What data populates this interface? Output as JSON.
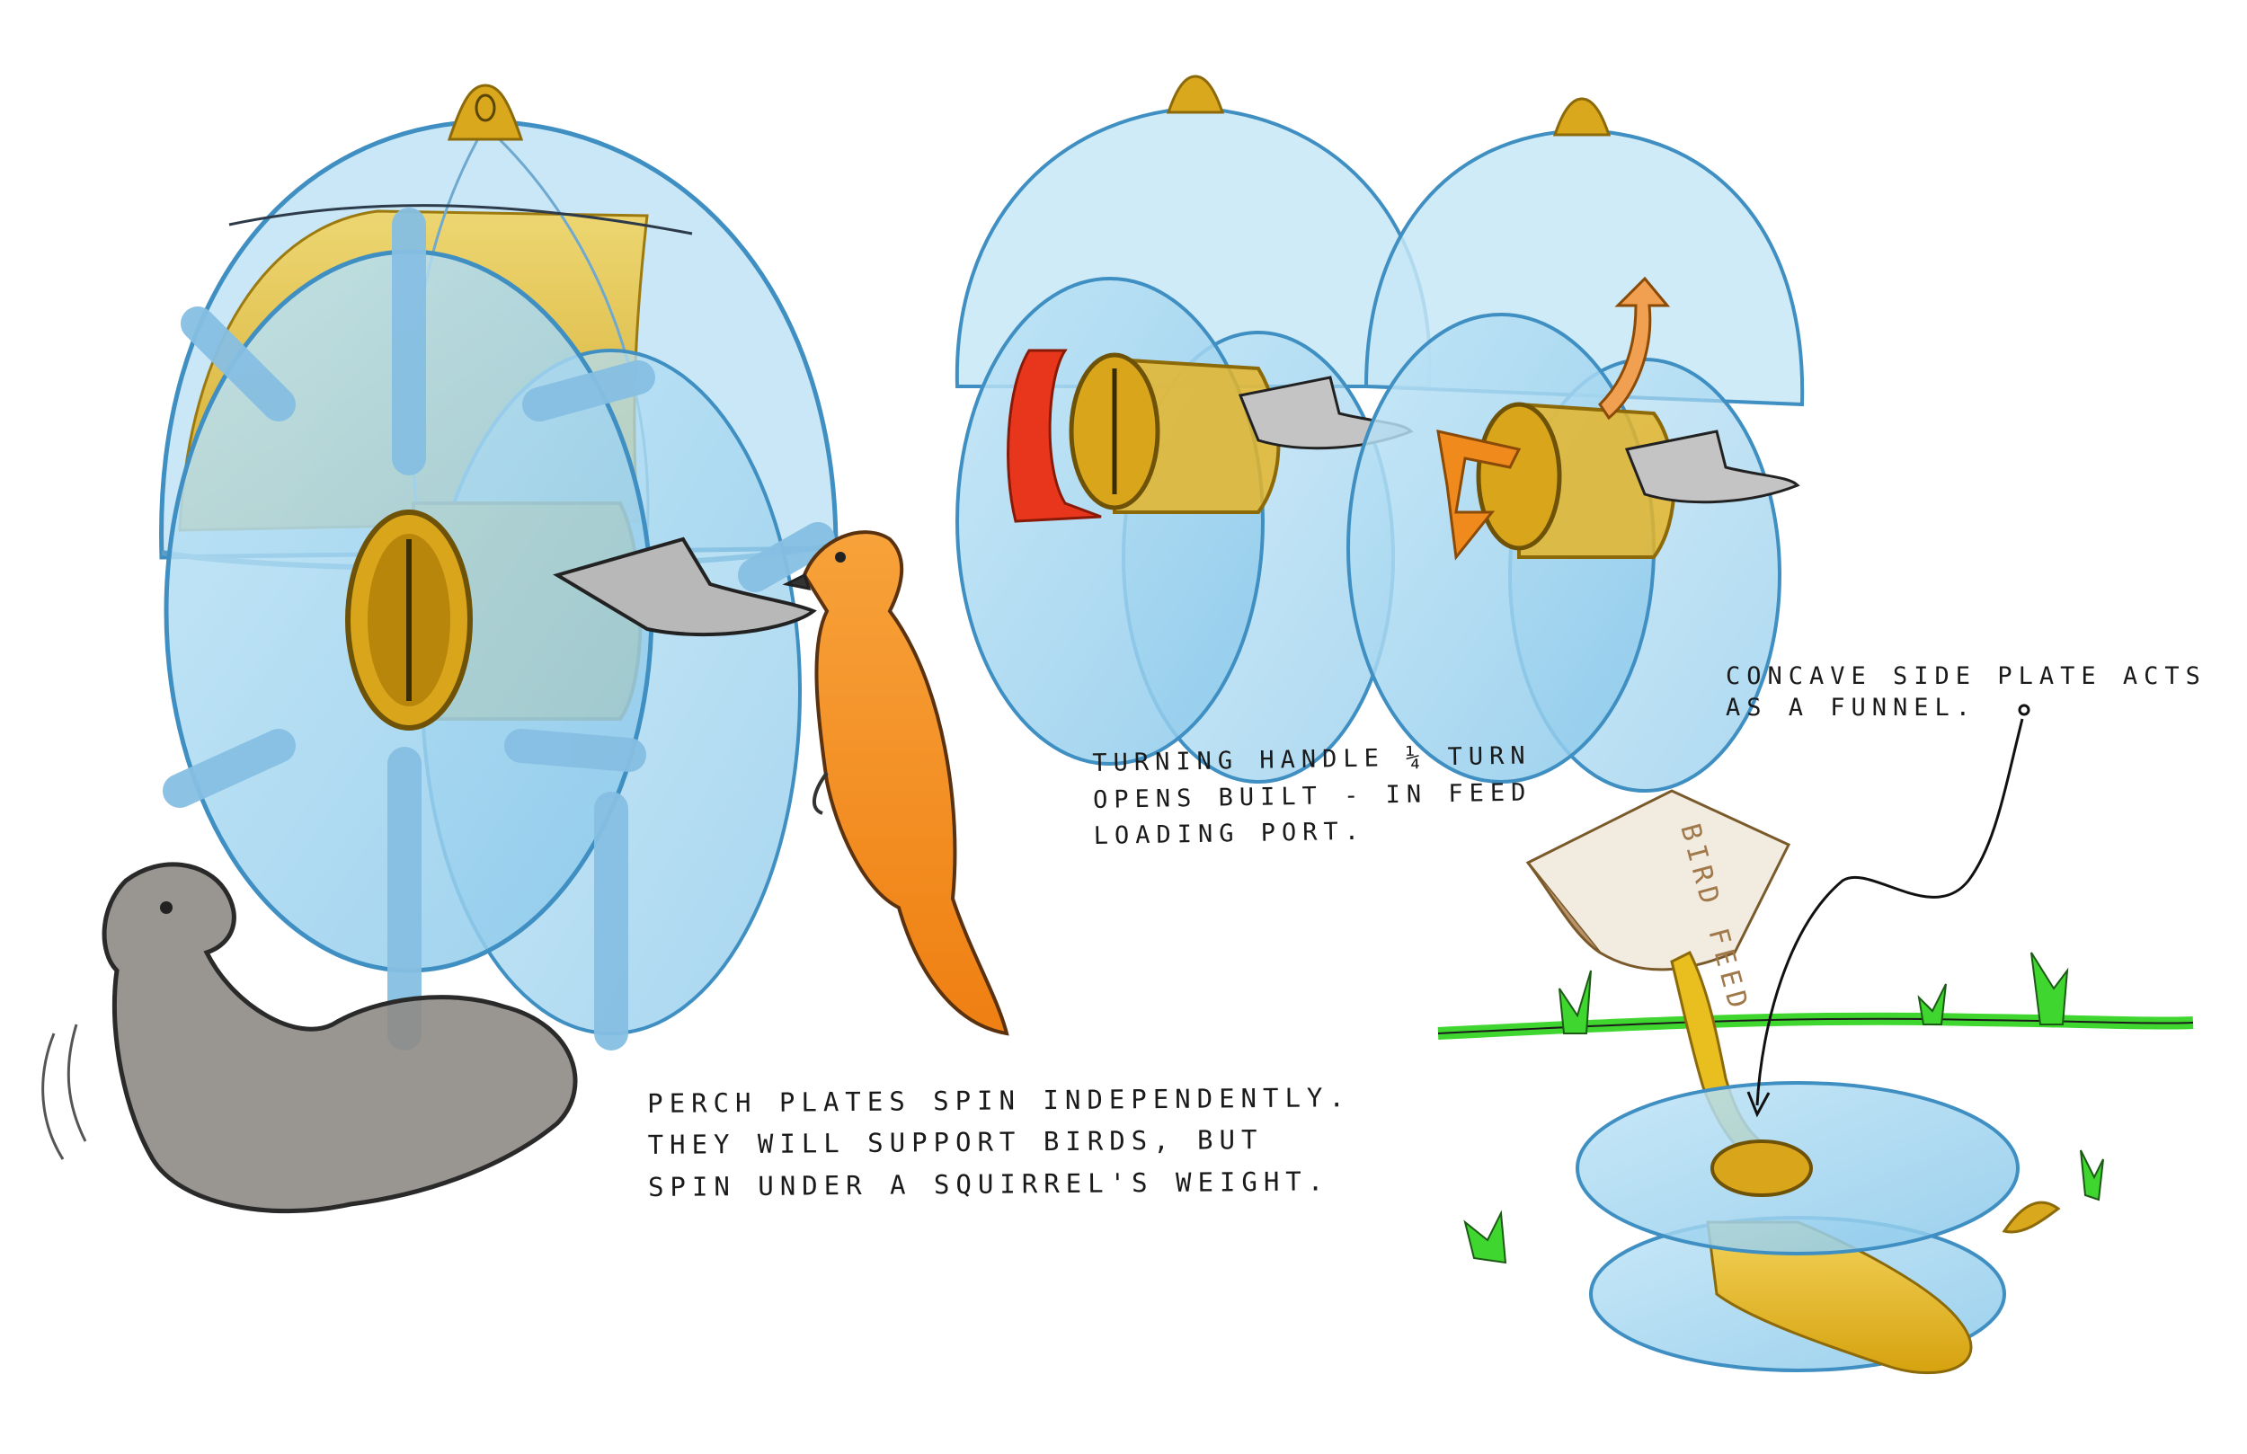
{
  "annotations": {
    "turning_handle": [
      "Turning handle ¼ turn",
      "opens built - in feed",
      "loading port."
    ],
    "perch_plates": [
      "Perch plates spin independently.",
      "They will support birds, but",
      "spin under a squirrel's weight."
    ],
    "concave_plate": [
      "Concave side plate acts",
      "as a funnel."
    ],
    "seed_bag_lettering": "BIRD FEED"
  },
  "colors": {
    "feeder_body": "#9fd3ef",
    "feeder_outline": "#3f8fc2",
    "seed_yellow": "#e9be1f",
    "cap_gold": "#d9a81c",
    "handle_red": "#e8361c",
    "handle_orange": "#f08a1c",
    "bird_orange": "#f28a1e",
    "squirrel_gray": "#8e8a85",
    "grass_green": "#3ed62f",
    "perch_gray": "#b8b8b8"
  },
  "icons": [
    "feeder-illustration",
    "bird-illustration",
    "squirrel-illustration",
    "seed-bag-illustration",
    "grass-illustration",
    "curved-arrow-icon"
  ]
}
